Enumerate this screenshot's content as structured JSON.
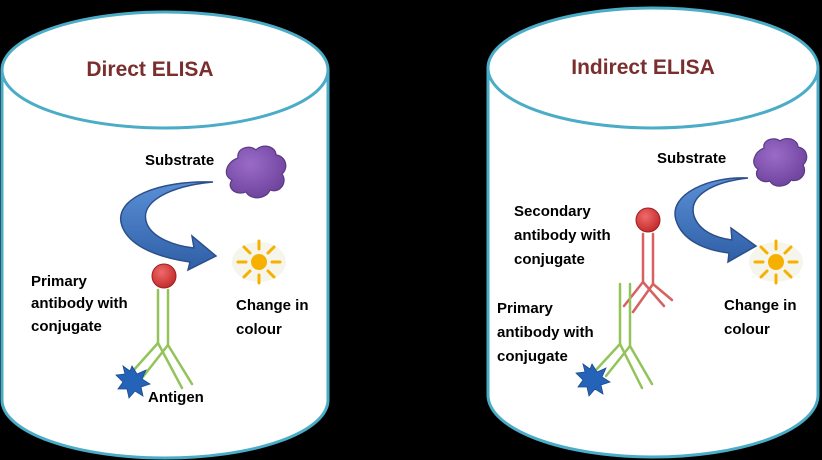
{
  "colors": {
    "background": "#000000",
    "cylinder_fill": "#ffffff",
    "cylinder_outline": "#4aacc6",
    "title_text": "#7b2e2e",
    "substrate_blob": "#7b4ea8",
    "arrow_blue": "#3d6eb5",
    "conjugate_red": "#d33a3a",
    "primary_antibody_green": "#92c45a",
    "secondary_antibody_red": "#d86060",
    "antigen_blue": "#2563b8",
    "sun_orange": "#f4b400"
  },
  "left_panel": {
    "title": "Direct ELISA",
    "substrate_label": "Substrate",
    "primary_label_lines": [
      "Primary",
      "antibody with",
      "conjugate"
    ],
    "change_label_lines": [
      "Change in",
      "colour"
    ],
    "antigen_label": "Antigen"
  },
  "right_panel": {
    "title": "Indirect ELISA",
    "substrate_label": "Substrate",
    "secondary_label_lines": [
      "Secondary",
      "antibody with",
      "conjugate"
    ],
    "primary_label_lines": [
      "Primary",
      "antibody with",
      "conjugate"
    ],
    "change_label_lines": [
      "Change in",
      "colour"
    ]
  }
}
